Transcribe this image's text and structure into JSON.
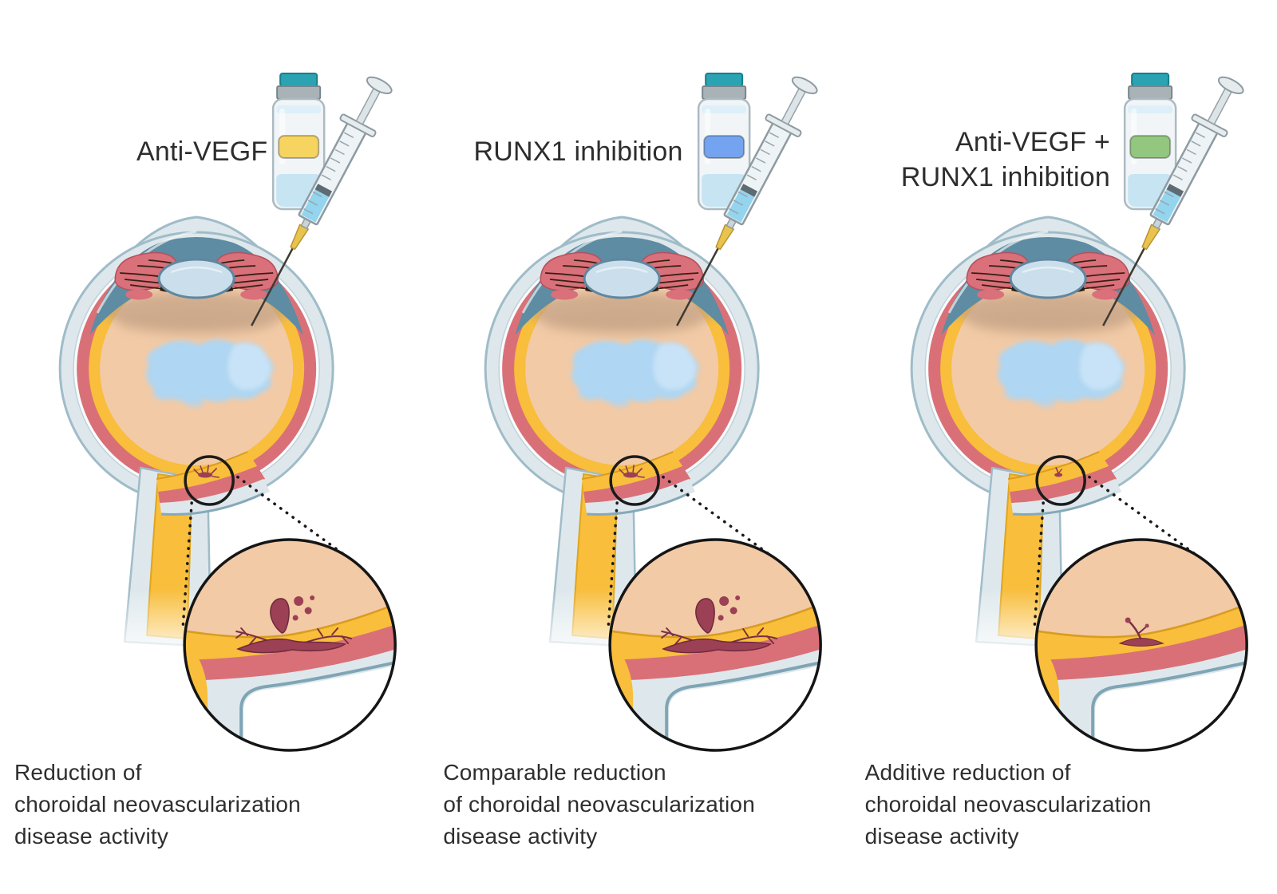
{
  "figure": {
    "subject": "Intravitreal injection treatments for choroidal neovascularization",
    "style": "medical-illustration"
  },
  "panels": [
    {
      "id": "anti-vegf",
      "title_lines": [
        "Anti-VEGF"
      ],
      "vial_label_color": "#F6D45F",
      "lesion_ref": "#lesion-large",
      "marker_ref": "#lesion-tiny",
      "caption_lines": [
        "Reduction of",
        "choroidal neovascularization",
        "disease activity"
      ]
    },
    {
      "id": "runx1-inhibition",
      "title_lines": [
        "RUNX1 inhibition"
      ],
      "vial_label_color": "#74A4EF",
      "lesion_ref": "#lesion-large",
      "marker_ref": "#lesion-tiny",
      "caption_lines": [
        "Comparable reduction",
        "of choroidal neovascularization",
        "disease activity"
      ]
    },
    {
      "id": "anti-vegf-plus-runx1-inhibition",
      "title_lines": [
        "Anti-VEGF +",
        "RUNX1 inhibition"
      ],
      "vial_label_color": "#93C77F",
      "lesion_ref": "#lesion-small",
      "marker_ref": "#lesion-dot",
      "caption_lines": [
        "Additive reduction of",
        "choroidal neovascularization",
        "disease activity"
      ]
    }
  ],
  "colors": {
    "sclera": "#DEE8EC",
    "sclera_stroke": "#9FBCC8",
    "gap_white": "#F8FBFC",
    "choroid_red": "#D97078",
    "retina_yellow": "#F8BE3C",
    "retina_edge": "#D99C1F",
    "vitreous_peach": "#F2CAA6",
    "cornea_slate": "#5E8CA2",
    "iris_red": "#D9707A",
    "lens_blue": "#CBDEEC",
    "drug_cloud": "#AFD6F2",
    "drug_cloud_light": "#CBE4F8",
    "lesion": "#9C4055",
    "lesion_dark": "#6E2A3C",
    "steel_edge": "#7FA5B5",
    "text": "#2e2e2e"
  }
}
